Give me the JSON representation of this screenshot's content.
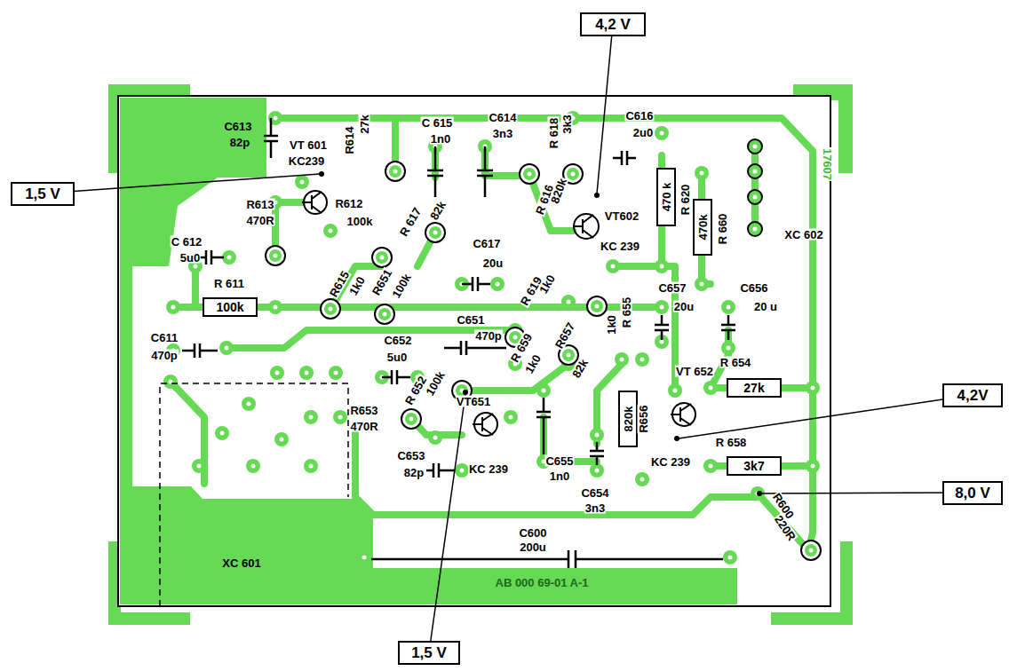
{
  "diagram": {
    "nodes": [
      {
        "text": [
          "4,2 V"
        ]
      },
      {
        "text": [
          "1,5 V"
        ]
      },
      {
        "text": [
          "470 k"
        ]
      },
      {
        "text": [
          "470k"
        ]
      },
      {
        "text": [
          "100k"
        ]
      },
      {
        "text": [
          "27k"
        ]
      },
      {
        "text": [
          "4,2V"
        ]
      },
      {
        "text": [
          "820k"
        ]
      },
      {
        "text": [
          "3k7"
        ]
      },
      {
        "text": [
          "8,0 V"
        ]
      },
      {
        "text": [
          "1,5 V"
        ]
      }
    ],
    "labels": [
      "C613",
      "82p",
      "VT 601",
      "KC239",
      "R614",
      "27k",
      "C 615",
      "1n0",
      "C614",
      "3n3",
      "R 618",
      "3k3",
      "C616",
      "2u0",
      "R613",
      "470R",
      "R612",
      "100k",
      "R 617",
      "82k",
      "R 616",
      "820k",
      "VT602",
      "KC 239",
      "R 620",
      "R 660",
      "XC 602",
      "17607",
      "C 612",
      "5u0",
      "R 611",
      "C617",
      "20u",
      "R 619",
      "1k0",
      "R615",
      "1k0",
      "R651",
      "100k",
      "C657",
      "20u",
      "C656",
      "20 u",
      "C611",
      "470p",
      "C652",
      "5u0",
      "C651",
      "470p",
      "R 659",
      "1k0",
      "R657",
      "82k",
      "R 655",
      "1k0",
      "R 652",
      "100k",
      "VT651",
      "R653",
      "470R",
      "VT 652",
      "R 654",
      "R656",
      "C653",
      "82p",
      "KC 239",
      "C655",
      "1n0",
      "C654",
      "3n3",
      "KC 239",
      "R 658",
      "R600",
      "220R",
      "C600",
      "200u",
      "XC 601",
      "AB 000 69-01 A-1"
    ]
  }
}
